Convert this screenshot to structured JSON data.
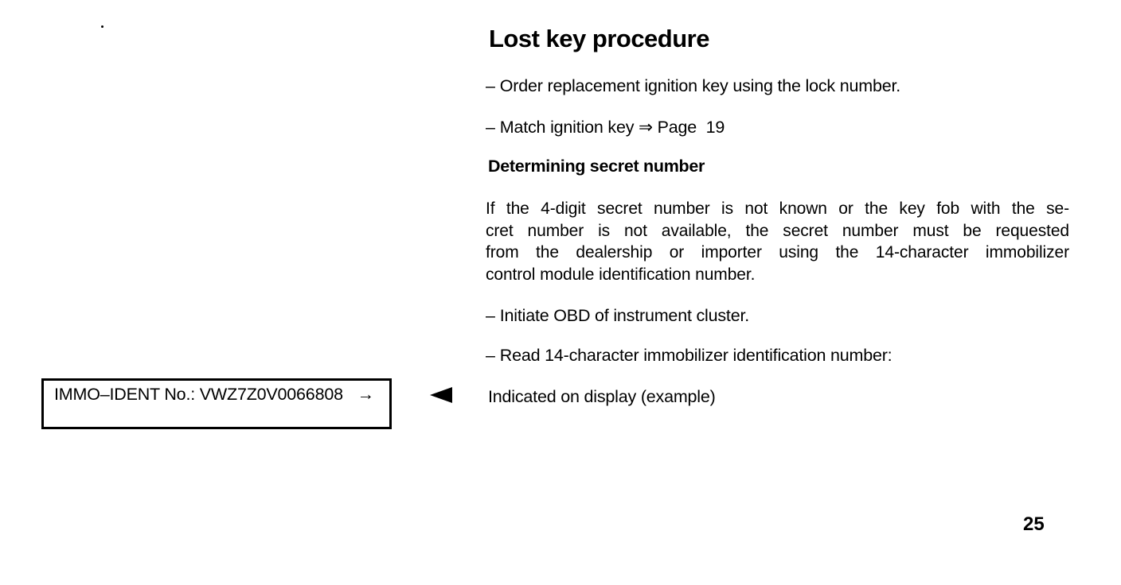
{
  "page": {
    "title": "Lost key procedure",
    "bullet_marker": "–",
    "steps_top": [
      "Order replacement ignition key using the lock number.",
      "Match ignition key ⇒ Page  19"
    ],
    "subheading": "Determining secret number",
    "paragraph_lines": [
      "If the 4-digit secret number is not known or the key fob with the se-",
      "cret number is not available, the secret number must be requested",
      "from the dealership or importer using the 14-character immobilizer",
      "control module identification number."
    ],
    "steps_bottom": [
      "Initiate OBD of instrument cluster.",
      "Read 14-character immobilizer identification number:"
    ],
    "immo_display": {
      "label": "IMMO–IDENT No.:",
      "value": "VWZ7Z0V0066808",
      "arrow": "→"
    },
    "pointer_note": "Indicated on display (example)",
    "page_number": "25",
    "colors": {
      "ink": "#000000",
      "paper": "#ffffff"
    }
  }
}
